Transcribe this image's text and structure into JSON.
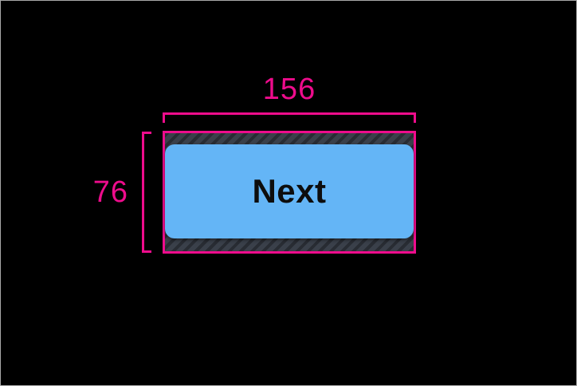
{
  "measurement": {
    "width_label": "156",
    "height_label": "76"
  },
  "button": {
    "label": "Next"
  },
  "colors": {
    "annotation": "#EE0C8C",
    "button_fill": "#64B5F6",
    "button_text": "#0D0D0D",
    "padding_fill": "#3A404A",
    "padding_stripe": "#282C33",
    "screen_background": "#000000",
    "frame_border": "#A8A8A8"
  }
}
